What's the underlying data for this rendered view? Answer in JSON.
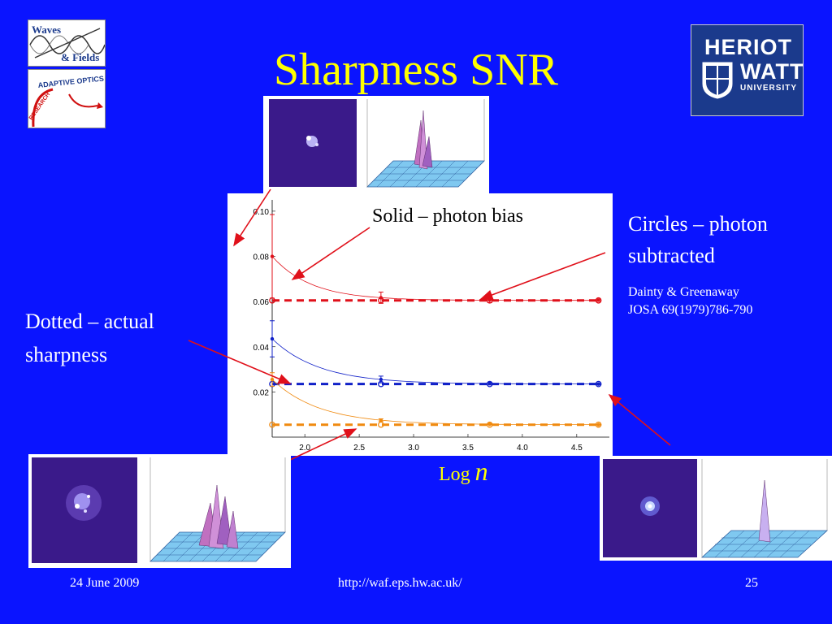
{
  "title": "Sharpness SNR",
  "logos": {
    "waves": "Waves & Fields",
    "adaptive_optics": "ADAPTIVE OPTICS",
    "research": "RESEARCH",
    "heriot_watt_line1": "HERIOT",
    "heriot_watt_line2": "WATT",
    "heriot_watt_line3": "UNIVERSITY"
  },
  "annotations": {
    "solid": "Solid – photon bias",
    "circles_line1": "Circles – photon",
    "circles_line2": "subtracted",
    "dotted_line1": "Dotted – actual",
    "dotted_line2": "sharpness",
    "reference_line1": "Dainty & Greenaway",
    "reference_line2": "JOSA 69(1979)786-790",
    "xlabel_prefix": "Log",
    "xlabel_var": "n"
  },
  "footer": {
    "date": "24 June 2009",
    "url": "http://waf.eps.hw.ac.uk/",
    "page": "25"
  },
  "colors": {
    "background": "#0a14ff",
    "title": "#ffff00",
    "red": "#e0101a",
    "blue": "#1020c8",
    "orange": "#f08a10"
  },
  "chart_data": {
    "type": "scatter",
    "xlim": [
      1.7,
      4.8
    ],
    "ylim": [
      0,
      0.105
    ],
    "xticks": [
      "2.0",
      "2.5",
      "3.0",
      "3.5",
      "4.0",
      "4.5"
    ],
    "yticks": [
      "0.02",
      "0.04",
      "0.06",
      "0.08",
      "0.10"
    ],
    "series": [
      {
        "color": "#e0101a",
        "actual": 0.0605,
        "points_x": [
          1.7,
          2.7,
          3.7,
          4.7
        ],
        "circles_y": [
          0.0605,
          0.0605,
          0.0605,
          0.0605
        ],
        "solid_y": [
          0.08,
          0.0617,
          0.0607,
          0.0606
        ],
        "err": [
          0.0185,
          0.0025,
          0.0012,
          0.0005
        ]
      },
      {
        "color": "#1020c8",
        "actual": 0.0235,
        "points_x": [
          1.7,
          2.7,
          3.7,
          4.7
        ],
        "circles_y": [
          0.0235,
          0.0235,
          0.0235,
          0.0235
        ],
        "solid_y": [
          0.0435,
          0.0255,
          0.0237,
          0.0235
        ],
        "err": [
          0.008,
          0.0015,
          0.0006,
          0.0003
        ]
      },
      {
        "color": "#f08a10",
        "actual": 0.0055,
        "points_x": [
          1.7,
          2.7,
          3.7,
          4.7
        ],
        "circles_y": [
          0.0055,
          0.0055,
          0.0055,
          0.0055
        ],
        "solid_y": [
          0.0255,
          0.0075,
          0.0057,
          0.0055
        ],
        "err": [
          0.003,
          0.0006,
          0.0002,
          0.0001
        ]
      }
    ]
  }
}
